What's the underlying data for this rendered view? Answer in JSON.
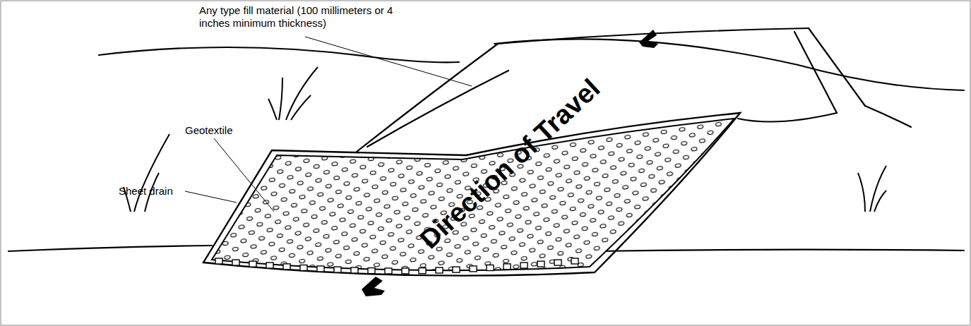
{
  "diagram": {
    "labels": [
      "Any type fill material (100 millimeters or 4 inches minimum thickness)",
      "Geotextile",
      "Sheet drain",
      "Direction of Travel"
    ]
  }
}
